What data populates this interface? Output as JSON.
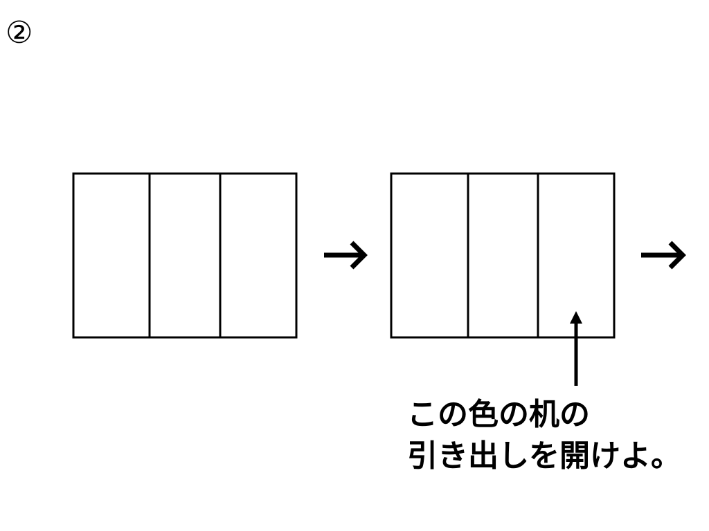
{
  "step_label": "②",
  "instruction": {
    "line1": "この色の机の",
    "line2": "引き出しを開けよ。"
  },
  "colors": {
    "stroke": "#000000",
    "background": "#ffffff"
  },
  "panels": [
    {
      "name": "drawer-panel-1",
      "drawers": 3
    },
    {
      "name": "drawer-panel-2",
      "drawers": 3,
      "pointer": "drawer-3"
    }
  ],
  "arrows": [
    "right-arrow-icon",
    "right-arrow-icon",
    "up-arrow-icon"
  ]
}
